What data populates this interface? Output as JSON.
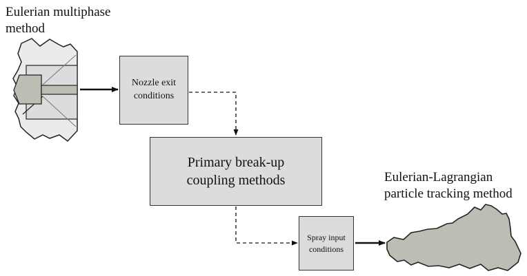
{
  "diagram": {
    "label_eulerian": "Eulerian multiphase\nmethod",
    "label_lagrangian": "Eulerian-Lagrangian\nparticle tracking method",
    "box_nozzle": "Nozzle exit\nconditions",
    "box_primary": "Primary break-up\ncoupling methods",
    "box_spray": "Spray input\nconditions"
  }
}
